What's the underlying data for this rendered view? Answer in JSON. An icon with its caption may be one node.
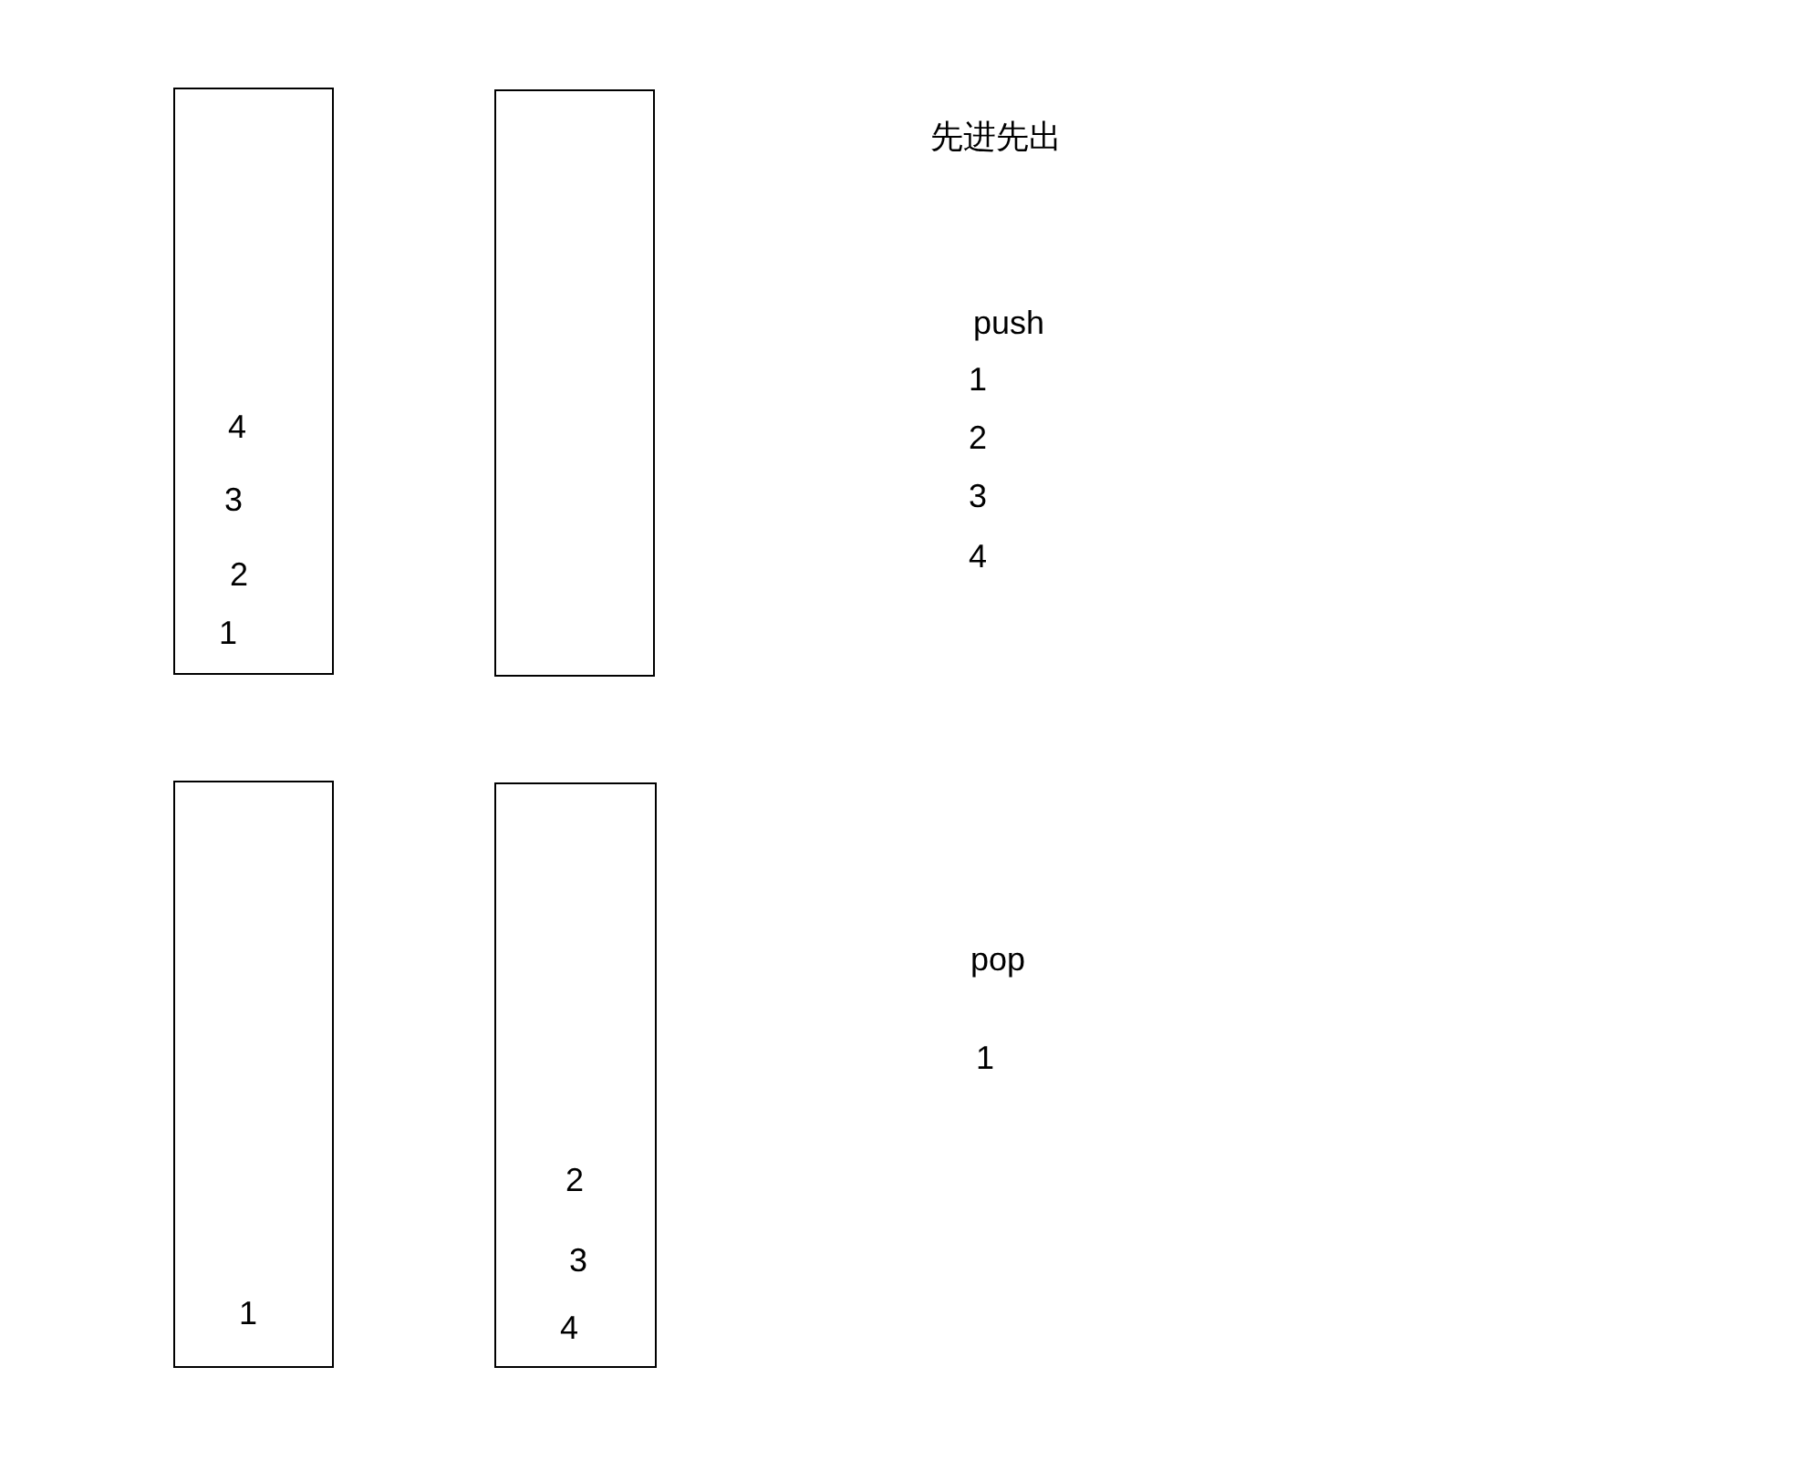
{
  "diagram": {
    "nodes": [
      {
        "text": [
          "4",
          "3",
          "2",
          "1"
        ]
      },
      {
        "text": [],
        "shape": "box"
      },
      {
        "text": [
          "1"
        ]
      },
      {
        "text": [
          "2",
          "3",
          "4"
        ]
      }
    ],
    "labels": [
      "先进先出",
      "push",
      "1",
      "2",
      "3",
      "4",
      "pop",
      "1"
    ]
  }
}
